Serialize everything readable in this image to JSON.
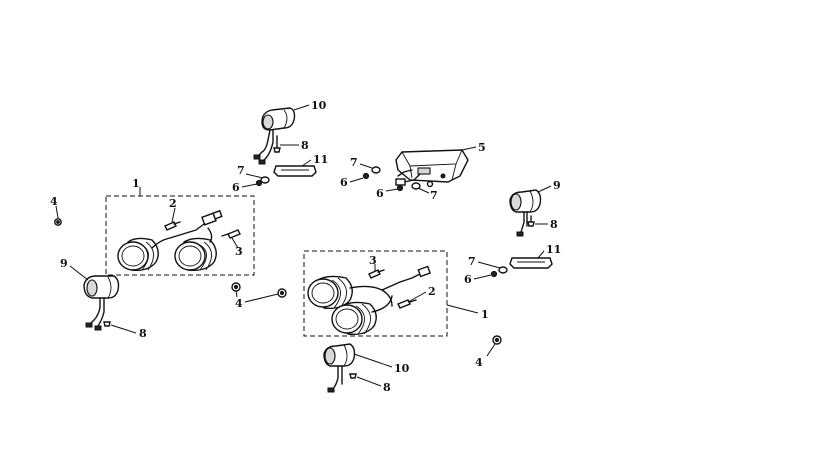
{
  "callouts": {
    "assy_left": "1",
    "bulb_left": "2",
    "bulb_left_b": "3",
    "nut_far_left": "4",
    "nut_center_left": "4",
    "rear_lamp": "5",
    "washer_a": "6",
    "washer_b": "6",
    "washer_c": "6",
    "screw_a": "7",
    "screw_b": "7",
    "screw_c": "7",
    "screw_d": "8",
    "screw_e": "8",
    "screw_f": "8",
    "screw_g": "8",
    "signal_left": "9",
    "signal_right": "9",
    "signal_top": "10",
    "signal_bottom": "10",
    "reflector_top": "11",
    "reflector_right": "11",
    "assy_right": "1",
    "bulb_right_a": "3",
    "bulb_right_b": "2",
    "nut_bottom": "4"
  }
}
